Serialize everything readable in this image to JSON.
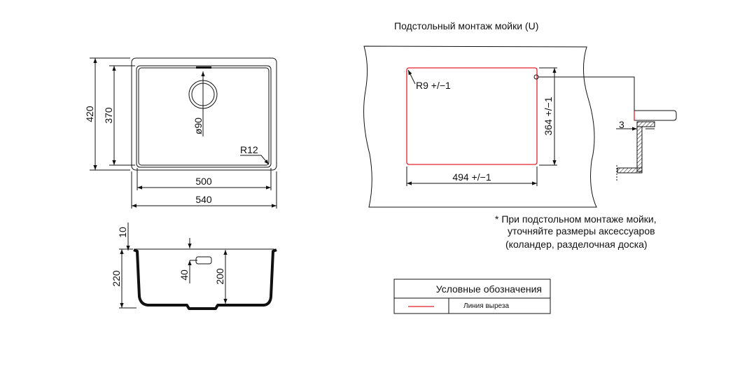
{
  "title": "Подстольный монтаж мойки (U)",
  "top_view": {
    "dim_height_outer": "420",
    "dim_height_inner": "370",
    "dim_width_inner": "500",
    "dim_width_outer": "540",
    "dim_drain": "ø90",
    "dim_radius": "R12"
  },
  "side_view": {
    "dim_rim": "10",
    "dim_total_depth": "220",
    "dim_overflow": "40",
    "dim_bowl_depth": "200"
  },
  "cutout": {
    "dim_radius": "R9 +/−1",
    "dim_height": "364 +/−1",
    "dim_width": "494 +/−1",
    "dim_gap": "3",
    "cut_color": "#e0202a"
  },
  "note": {
    "lines": [
      "* При подстольном монтаже мойки,",
      "уточняйте размеры аксессуаров",
      "(коландер, разделочная доска)"
    ]
  },
  "legend": {
    "title": "Условные обозначения",
    "items": [
      {
        "label": "Линия выреза",
        "color": "#e0202a"
      }
    ]
  }
}
